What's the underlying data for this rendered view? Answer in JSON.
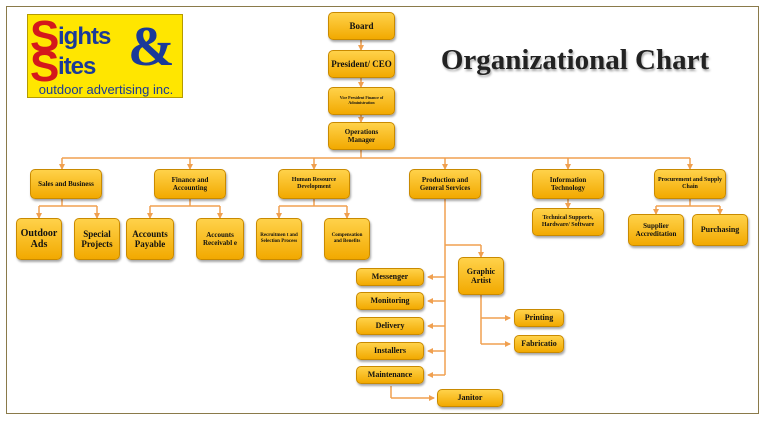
{
  "logo": {
    "line1": "ights",
    "line2": "ites",
    "initial1": "S",
    "initial2": "S",
    "amp": "&",
    "tagline": "outdoor advertising inc."
  },
  "title": "Organizational Chart",
  "nodes": {
    "board": "Board",
    "president": "President/ CEO",
    "vp": "Vice President Finance of Administration",
    "ops": "Operations Manager",
    "sales": "Sales and Business",
    "finance": "Finance and Accounting",
    "hr": "Human Resource Development",
    "prod": "Production and General Services",
    "it": "Information Technology",
    "procure": "Procurement and Supply Chain",
    "outdoor_ads": "Outdoor Ads",
    "special_projects": "Special Projects",
    "accounts_payable": "Accounts Payable",
    "accounts_receivable": "Accounts Receivabl e",
    "recruitment": "Recruitmen t and Selection Process",
    "compensation": "Compensation and Benefits",
    "tech_support": "Technical Supports, Hardware/ Software",
    "supplier": "Supplier Accreditation",
    "purchasing": "Purchasing",
    "messenger": "Messenger",
    "monitoring": "Monitoring",
    "delivery": "Delivery",
    "installers": "Installers",
    "maintenance": "Maintenance",
    "janitor": "Janitor",
    "graphic_artist": "Graphic Artist",
    "printing": "Printing",
    "fabrication": "Fabricatio"
  },
  "colors": {
    "box_top": "#ffd24a",
    "box_bottom": "#f2a900",
    "line": "#f0a050",
    "logo_bg": "#ffe600",
    "logo_red": "#d4161c",
    "logo_blue": "#1a3a99"
  }
}
